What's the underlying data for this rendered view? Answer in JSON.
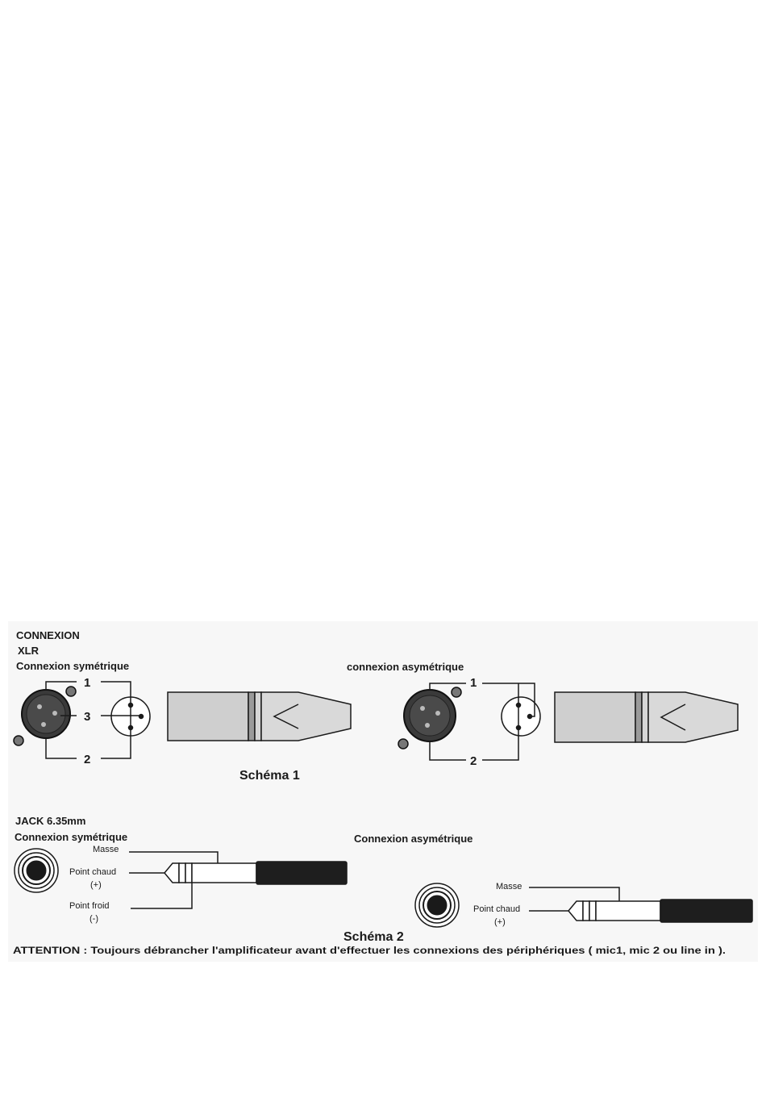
{
  "xlr": {
    "title_line1": "CONNEXION",
    "title_line2": "XLR",
    "sym_label": "Connexion symétrique",
    "asym_label": "connexion asymétrique",
    "pin1": "1",
    "pin2": "2",
    "pin3": "3",
    "pin1_b": "1",
    "pin2_b": "2",
    "caption": "Schéma 1"
  },
  "jack": {
    "title": "JACK 6.35mm",
    "sym_label": "Connexion symétrique",
    "asym_label": "Connexion asymétrique",
    "masse": "Masse",
    "point_chaud": "Point chaud",
    "plus": "(+)",
    "point_froid": "Point froid",
    "minus": "(-)",
    "masse_b": "Masse",
    "point_chaud_b": "Point chaud",
    "plus_b": "(+)",
    "caption": "Schéma 2"
  },
  "warning": "ATTENTION : Toujours débrancher  l'amplificateur avant d'effectuer les connexions des périphériques ( mic1, mic 2 ou line in )."
}
